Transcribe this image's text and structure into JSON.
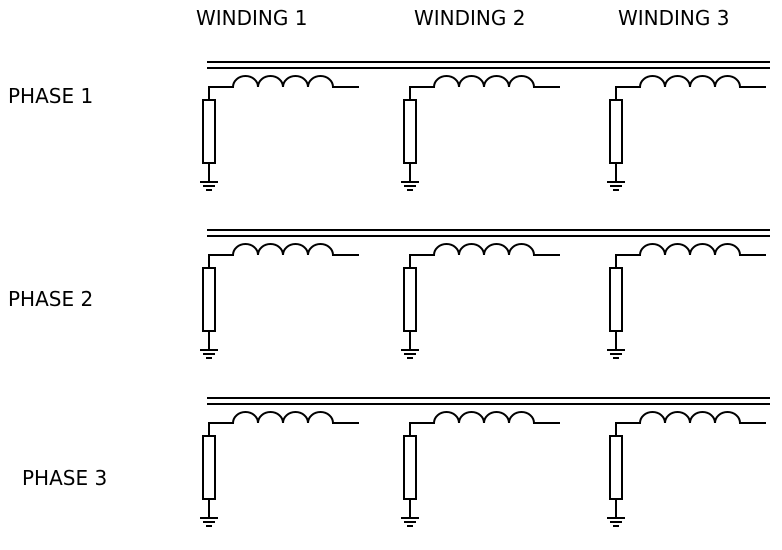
{
  "columns": [
    {
      "label": "WINDING 1"
    },
    {
      "label": "WINDING 2"
    },
    {
      "label": "WINDING 3"
    }
  ],
  "rows": [
    {
      "label": "PHASE 1"
    },
    {
      "label": "PHASE 2"
    },
    {
      "label": "PHASE 3"
    }
  ],
  "colors": {
    "line": "#000000",
    "background": "#ffffff"
  }
}
